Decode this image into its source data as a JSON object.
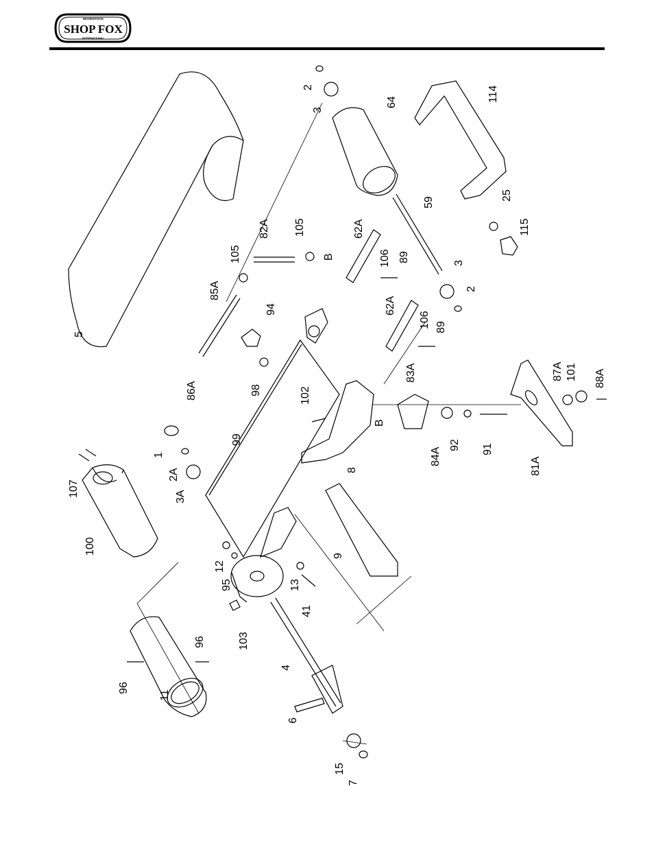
{
  "brand": {
    "top_text": "WOODSTOCK",
    "name": "SHOP FOX",
    "bottom_text": "INTERNATIONAL"
  },
  "colors": {
    "ink": "#000000",
    "paper": "#ffffff"
  },
  "parts": [
    {
      "id": "p1",
      "label": "1"
    },
    {
      "id": "p2",
      "label": "2"
    },
    {
      "id": "p2b",
      "label": "2"
    },
    {
      "id": "p2A",
      "label": "2A"
    },
    {
      "id": "p3",
      "label": "3"
    },
    {
      "id": "p3b",
      "label": "3"
    },
    {
      "id": "p3A",
      "label": "3A"
    },
    {
      "id": "p4",
      "label": "4"
    },
    {
      "id": "p5",
      "label": "5"
    },
    {
      "id": "p6",
      "label": "6"
    },
    {
      "id": "p7",
      "label": "7"
    },
    {
      "id": "p8",
      "label": "8"
    },
    {
      "id": "p9",
      "label": "9"
    },
    {
      "id": "p11",
      "label": "11"
    },
    {
      "id": "p12",
      "label": "12"
    },
    {
      "id": "p13",
      "label": "13"
    },
    {
      "id": "p15",
      "label": "15"
    },
    {
      "id": "p25",
      "label": "25"
    },
    {
      "id": "p41",
      "label": "41"
    },
    {
      "id": "p59",
      "label": "59"
    },
    {
      "id": "p62Aa",
      "label": "62A"
    },
    {
      "id": "p62Ab",
      "label": "62A"
    },
    {
      "id": "p64",
      "label": "64"
    },
    {
      "id": "p81A",
      "label": "81A"
    },
    {
      "id": "p82A",
      "label": "82A"
    },
    {
      "id": "p83A",
      "label": "83A"
    },
    {
      "id": "p84A",
      "label": "84A"
    },
    {
      "id": "p85A",
      "label": "85A"
    },
    {
      "id": "p86A",
      "label": "86A"
    },
    {
      "id": "p87A",
      "label": "87A"
    },
    {
      "id": "p88A",
      "label": "88A"
    },
    {
      "id": "p89a",
      "label": "89"
    },
    {
      "id": "p89b",
      "label": "89"
    },
    {
      "id": "p91",
      "label": "91"
    },
    {
      "id": "p92",
      "label": "92"
    },
    {
      "id": "p94",
      "label": "94"
    },
    {
      "id": "p95",
      "label": "95"
    },
    {
      "id": "p96a",
      "label": "96"
    },
    {
      "id": "p96b",
      "label": "96"
    },
    {
      "id": "p98",
      "label": "98"
    },
    {
      "id": "p99",
      "label": "99"
    },
    {
      "id": "p100",
      "label": "100"
    },
    {
      "id": "p101",
      "label": "101"
    },
    {
      "id": "p102",
      "label": "102"
    },
    {
      "id": "p103",
      "label": "103"
    },
    {
      "id": "p105a",
      "label": "105"
    },
    {
      "id": "p105b",
      "label": "105"
    },
    {
      "id": "p106a",
      "label": "106"
    },
    {
      "id": "p106b",
      "label": "106"
    },
    {
      "id": "p107",
      "label": "107"
    },
    {
      "id": "p114",
      "label": "114"
    },
    {
      "id": "p115",
      "label": "115"
    },
    {
      "id": "pBa",
      "label": "B"
    },
    {
      "id": "pBb",
      "label": "B"
    }
  ]
}
